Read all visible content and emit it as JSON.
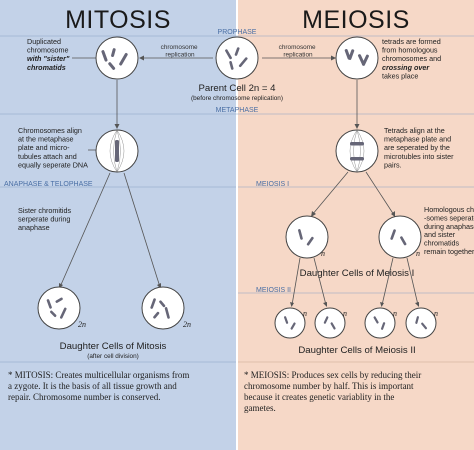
{
  "titles": {
    "left": "MITOSIS",
    "right": "MEIOSIS"
  },
  "phases": {
    "prophase": "PROPHASE",
    "metaphase": "METAPHASE",
    "anaphase_telophase": "ANAPHASE & TELOPHASE",
    "meiosis_1": "MEIOSIS I",
    "meiosis_2": "MEIOSIS II"
  },
  "mitosis": {
    "note_duplicated": [
      "Duplicated",
      "chromosome",
      "with \"sister\"",
      "chromatids"
    ],
    "note_align": [
      "Chromosomes align",
      "at the metaphase",
      "plate and micro-",
      "tubules attach and",
      "equally seperate DNA"
    ],
    "note_sister": [
      "Sister chromitids",
      "serperate during",
      "anaphase"
    ],
    "daughter_title": "Daughter Cells of Mitosis",
    "daughter_sub": "(after cell division)",
    "ploidy": "2n",
    "summary": [
      "* MITOSIS: Creates multicellular organisms from",
      "a zygote.  It is the basis of all tissue growth and",
      "repair.  Chromosome number is conserved."
    ]
  },
  "parent": {
    "label": "Parent Cell 2n = 4",
    "sub": "(before chromosome replication)",
    "replication_left": [
      "chromosome",
      "replication"
    ],
    "replication_right": [
      "chromosome",
      "replication"
    ]
  },
  "meiosis": {
    "note_tetrads": [
      "tetrads are formed",
      "from homologous",
      "chromosomes and",
      "crossing over",
      "takes place"
    ],
    "note_align": [
      "Tetrads align at the",
      "metaphase plate and",
      "are seperated by the",
      "microtubles into sister",
      "pairs."
    ],
    "note_homologous": [
      "Homologous chromo-",
      "-somes seperate",
      "during anaphase",
      "and sister",
      "chromatids",
      "remain together"
    ],
    "daughter1_title": "Daughter Cells of Meiosis I",
    "daughter2_title": "Daughter Cells of Meiosis II",
    "ploidy": "n",
    "summary": [
      "* MEIOSIS: Produces sex cells by reducing their",
      "chromosome number by half.  This is important",
      "because it creates genetic variablity in the",
      "gametes."
    ]
  },
  "colors": {
    "left_bg": "#c3d2e8",
    "right_bg": "#f6d8c7",
    "phase_text": "#4a6fa5",
    "divider": "#ffffff"
  }
}
